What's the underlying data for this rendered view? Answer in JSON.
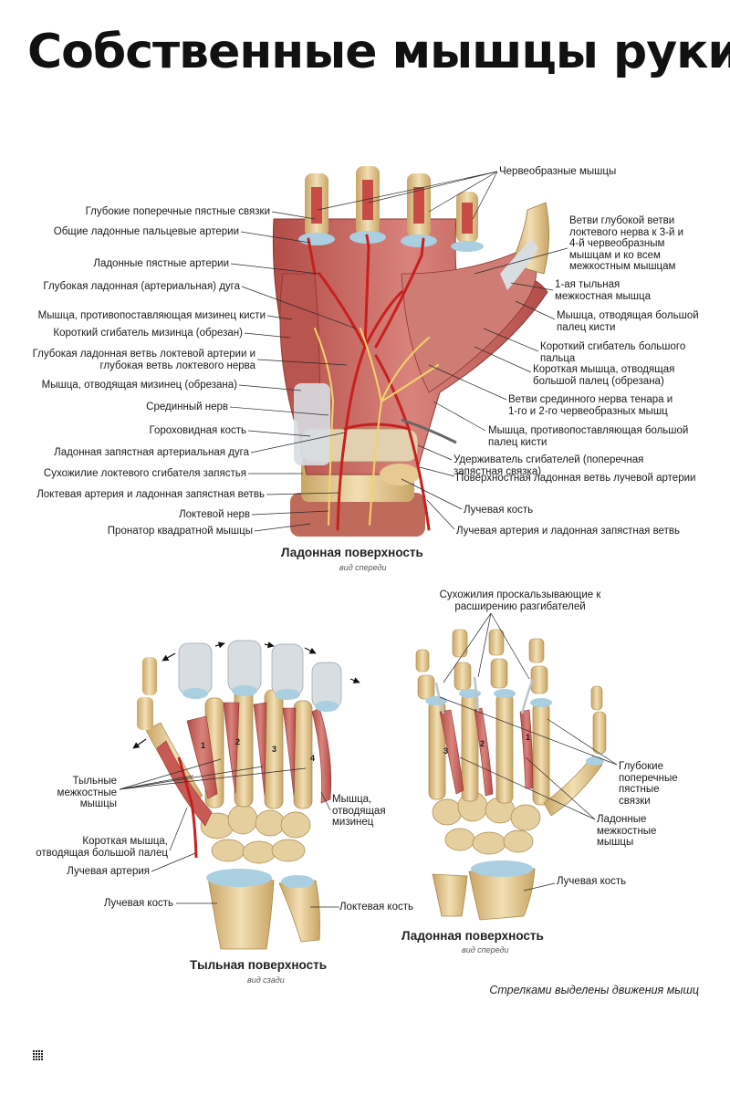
{
  "title": "Собственные мышцы руки",
  "upper": {
    "caption": "Ладонная поверхность",
    "view": "вид спереди",
    "labels_left": [
      "Глубокие поперечные пястные связки",
      "Общие ладонные пальцевые артерии",
      "Ладонные пястные артерии",
      "Глубокая ладонная (артериальная) дуга",
      "Мышца, противопоставляющая мизинец кисти",
      "Короткий сгибатель мизинца (обрезан)",
      "Глубокая ладонная ветвь локтевой артерии и\nглубокая ветвь локтевого нерва",
      "Мышца, отводящая мизинец (обрезана)",
      "Срединный нерв",
      "Гороховидная кость",
      "Ладонная запястная артериальная дуга",
      "Сухожилие локтевого сгибателя запястья",
      "Локтевая артерия и ладонная запястная ветвь",
      "Локтевой нерв",
      "Пронатор квадратной мышцы"
    ],
    "labels_right": [
      "Червеобразные мышцы",
      "Ветви глубокой ветви\nлоктевого нерва к 3-й и\n4-й червеобразным\nмышцам и ко всем\nмежкостным мышцам",
      "1-ая тыльная\nмежкостная мышца",
      "Мышца, отводящая большой\nпалец кисти",
      "Короткий сгибатель большого\nпальца",
      "Короткая мышца, отводящая\nбольшой палец (обрезана)",
      "Ветви срединного нерва тенара и\n1-го и 2-го червеобразных мышц",
      "Мышца, противопоставляющая большой\nпалец кисти",
      "Удерживатель сгибателей (поперечная\nзапястная связка)",
      "Поверхностная ладонная ветвь лучевой артерии",
      "Лучевая кость",
      "Лучевая артерия и ладонная запястная ветвь"
    ]
  },
  "dorsal": {
    "caption": "Тыльная поверхность",
    "view": "вид сзади",
    "labels": [
      "Тыльные\nмежкостные\nмышцы",
      "Короткая мышца,\nотводящая большой палец",
      "Лучевая артерия",
      "Лучевая кость",
      "Мышца,\nотводящая\nмизинец",
      "Локтевая кость"
    ],
    "numbers": [
      "1",
      "2",
      "3",
      "4"
    ]
  },
  "palmar": {
    "caption": "Ладонная поверхность",
    "view": "вид спереди",
    "labels": [
      "Сухожилия проскальзывающие к\nрасширению разгибателей",
      "Глубокие\nпоперечные\nпястные\nсвязки",
      "Ладонные\nмежкостные\nмышцы",
      "Лучевая кость"
    ],
    "numbers": [
      "1",
      "2",
      "3"
    ]
  },
  "note": "Стрелками выделены движения мышц",
  "colors": {
    "muscle": "#c9635f",
    "muscle_dark": "#9e3a36",
    "bone": "#e8cf9a",
    "bone_dark": "#b89456",
    "cartilage": "#a9cfe0",
    "tendon": "#d8dde2",
    "artery": "#c8201e",
    "nerve": "#f1d36a",
    "line": "#2a2a2a"
  }
}
